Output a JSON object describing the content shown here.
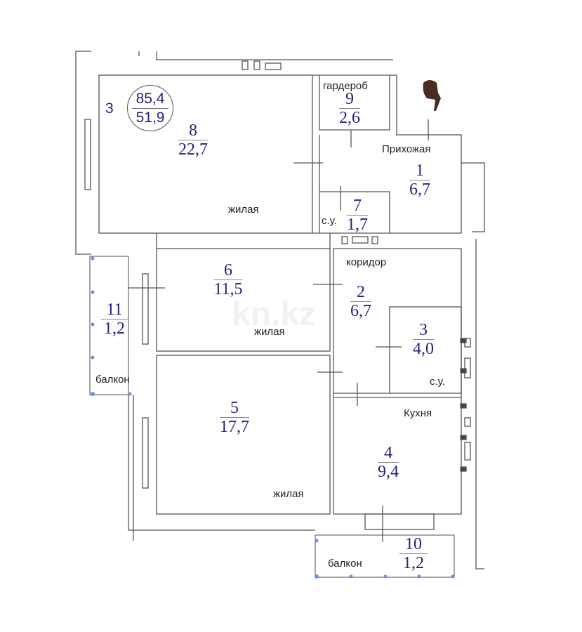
{
  "apartment": {
    "number": "3",
    "total_area": "85,4",
    "living_area": "51,9"
  },
  "watermark": "kn.kz",
  "rooms": [
    {
      "num": "1",
      "area": "6,7",
      "label": "Прихожая"
    },
    {
      "num": "2",
      "area": "6,7",
      "label": "коридор"
    },
    {
      "num": "3",
      "area": "4,0",
      "label": "с.у."
    },
    {
      "num": "4",
      "area": "9,4",
      "label": "Кухня"
    },
    {
      "num": "5",
      "area": "17,7",
      "label": "жилая"
    },
    {
      "num": "6",
      "area": "11,5",
      "label": "жилая"
    },
    {
      "num": "7",
      "area": "1,7",
      "label": "с.у."
    },
    {
      "num": "8",
      "area": "22,7",
      "label": "жилая"
    },
    {
      "num": "9",
      "area": "2,6",
      "label": "гардероб"
    },
    {
      "num": "10",
      "area": "1,2",
      "label": "балкон"
    },
    {
      "num": "11",
      "area": "1,2",
      "label": "балкон"
    }
  ],
  "colors": {
    "label_blue": "#22237a",
    "wall": "#555555",
    "balcony_marker": "#6f8fd8",
    "hand_cursor": "#4a2e22"
  }
}
